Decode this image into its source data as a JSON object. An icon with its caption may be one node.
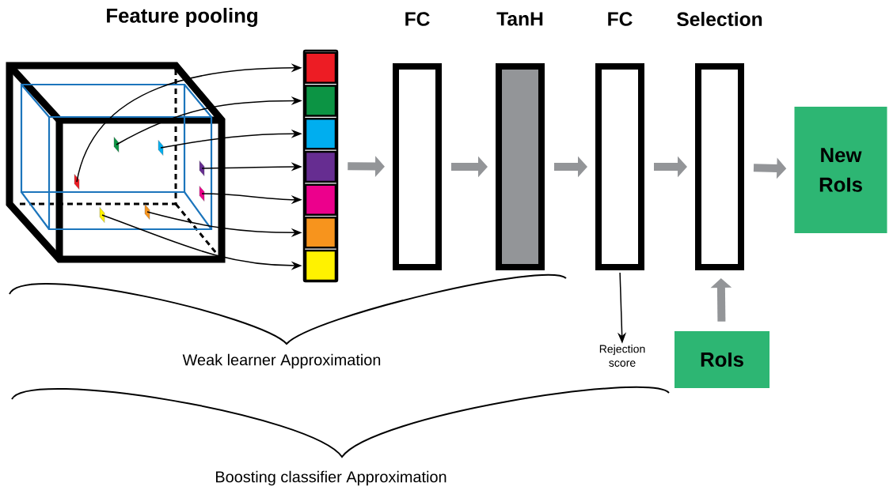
{
  "diagram": {
    "nodes": [
      {
        "text": [],
        "shape": "box"
      },
      {
        "text": [],
        "shape": "box"
      },
      {
        "text": [],
        "shape": "box"
      },
      {
        "text": [],
        "shape": "box"
      },
      {
        "text": [],
        "shape": "box"
      },
      {
        "text": [],
        "shape": "box"
      },
      {
        "text": [],
        "shape": "box"
      },
      {
        "text": [],
        "shape": "bar"
      },
      {
        "text": [],
        "shape": "box",
        "in": 7
      },
      {
        "text": [],
        "shape": "box",
        "in": 7
      },
      {
        "text": [],
        "shape": "box",
        "in": 7
      },
      {
        "text": [],
        "shape": "box",
        "in": 7
      },
      {
        "text": [],
        "shape": "box",
        "in": 7
      },
      {
        "text": [],
        "shape": "box",
        "in": 7
      },
      {
        "text": [],
        "shape": "box",
        "in": 7
      },
      {
        "text": [
          "FC"
        ]
      },
      {
        "text": [
          "TanH"
        ]
      },
      {
        "text": [
          "FC"
        ]
      },
      {
        "text": [
          "Selection"
        ]
      },
      {
        "text": [
          "New RoIs"
        ]
      },
      {
        "text": [
          "Rejection score"
        ]
      },
      {
        "text": [
          "RoIs"
        ]
      }
    ],
    "edges": [
      {
        "from": 0,
        "to": 8,
        "arrow": "to"
      },
      {
        "from": 1,
        "to": 9,
        "arrow": "to"
      },
      {
        "from": 2,
        "to": 10,
        "arrow": "to"
      },
      {
        "from": 3,
        "to": 11,
        "arrow": "to"
      },
      {
        "from": 4,
        "to": 12,
        "arrow": "to"
      },
      {
        "from": 5,
        "to": 13,
        "arrow": "to"
      },
      {
        "from": 6,
        "to": 14,
        "arrow": "to"
      },
      {
        "from": 7,
        "to": 15,
        "arrow": "to",
        "style": "thick",
        "color": "#939598"
      },
      {
        "from": 15,
        "to": 16,
        "arrow": "to",
        "style": "thick",
        "color": "#939598"
      },
      {
        "from": 16,
        "to": 17,
        "arrow": "to",
        "style": "thick",
        "color": "#939598"
      },
      {
        "from": 17,
        "to": 18,
        "arrow": "to",
        "style": "thick",
        "color": "#939598"
      },
      {
        "from": 18,
        "to": 19,
        "arrow": "to",
        "style": "thick",
        "color": "#939598"
      },
      {
        "from": 17,
        "to": 20,
        "arrow": "to"
      },
      {
        "from": 21,
        "to": 18,
        "arrow": "to",
        "style": "thick",
        "color": "#939598"
      }
    ],
    "labels": [
      "Feature pooling",
      "Weak learner Approximation",
      "Boosting classifier Approximation"
    ]
  }
}
